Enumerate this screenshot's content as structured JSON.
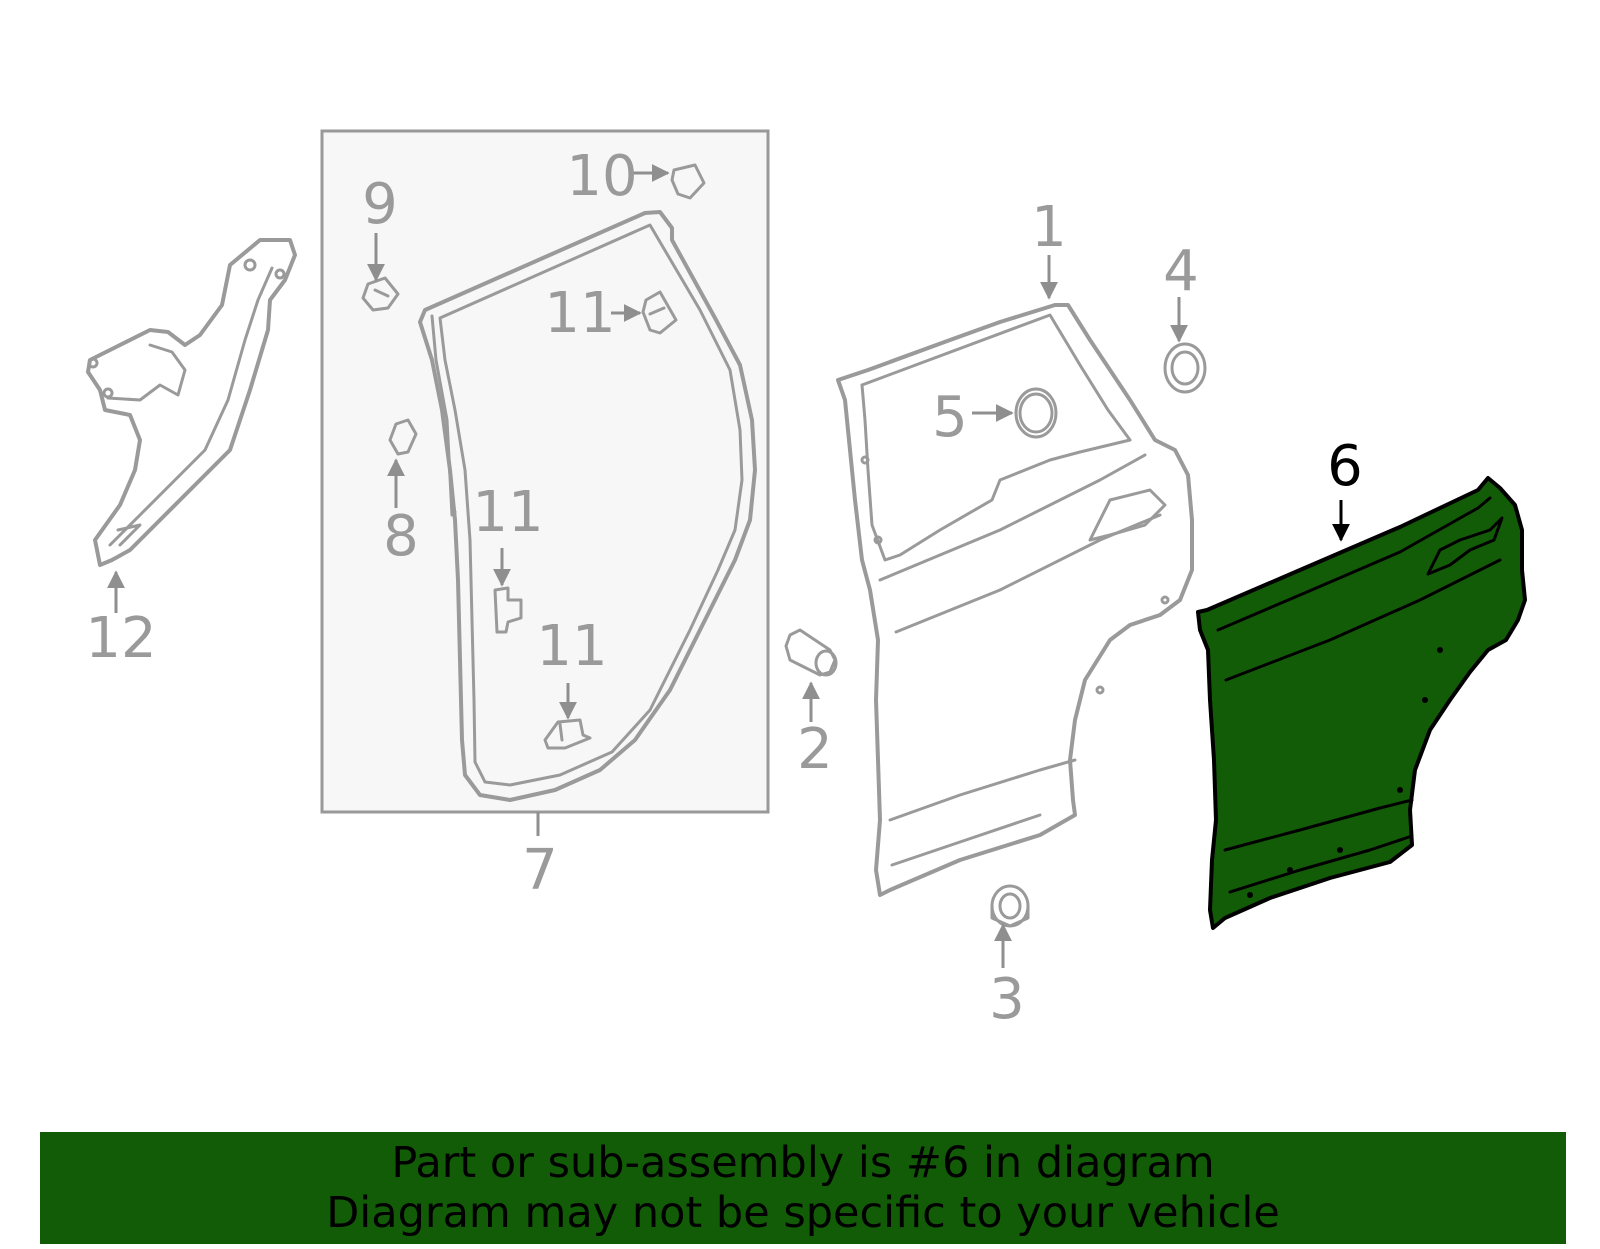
{
  "callouts": {
    "c1": "1",
    "c2": "2",
    "c3": "3",
    "c4": "4",
    "c5": "5",
    "c6": "6",
    "c7": "7",
    "c8": "8",
    "c9": "9",
    "c10": "10",
    "c11a": "11",
    "c11b": "11",
    "c11c": "11",
    "c12": "12"
  },
  "highlighted_part": "6",
  "colors": {
    "highlight": "#135c07",
    "part_line": "#9a9a9a",
    "box_fill": "#f7f7f7"
  },
  "banner": {
    "line1": "Part or sub-assembly is #6 in diagram",
    "line2": "Diagram may not be specific to your vehicle"
  }
}
